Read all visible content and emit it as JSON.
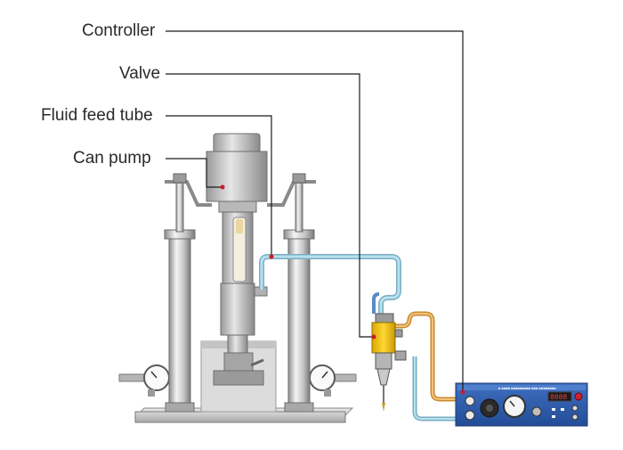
{
  "labels": {
    "controller": "Controller",
    "valve": "Valve",
    "fluid_feed_tube": "Fluid feed tube",
    "can_pump": "Can pump"
  },
  "colors": {
    "leader": "#1a1a1a",
    "pointer_dot": "#cc1a2a",
    "tube_blue": "#9ccfe0",
    "tube_orange": "#e8b060",
    "valve_yellow": "#f2c400",
    "controller_panel": "#2c5aa8",
    "metal": "#c9c9c9"
  }
}
